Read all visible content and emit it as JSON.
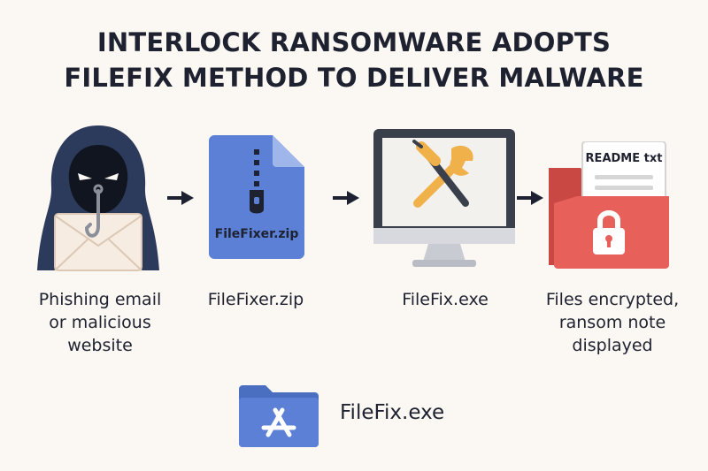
{
  "title": {
    "line1": "INTERLOCK RANSOMWARE ADOPTS",
    "line2": "FILEFIX METHOD TO DELIVER MALWARE"
  },
  "stages": [
    {
      "icon": "hooded-hacker-phishing-icon",
      "caption_lines": [
        "Phishing email",
        "or malicious",
        "website"
      ]
    },
    {
      "icon": "zip-file-icon",
      "file_label": "FileFixer.zip",
      "caption_lines": [
        "FileFixer.zip"
      ]
    },
    {
      "icon": "monitor-tools-icon",
      "caption_lines": [
        "FileFix.exe"
      ]
    },
    {
      "icon": "locked-folder-icon",
      "note_label": "README txt",
      "caption_lines": [
        "Files encrypted,",
        "ransom note",
        "displayed"
      ]
    }
  ],
  "bottom": {
    "icon": "app-folder-icon",
    "label": "FileFix.exe"
  },
  "colors": {
    "background": "#fbf7f2",
    "text": "#1e2230",
    "hacker_hood": "#2c3a5c",
    "zip_blue": "#5b80d6",
    "tools_orange": "#f0b14a",
    "folder_red": "#e8605a",
    "app_folder_blue": "#4a6fc0"
  }
}
